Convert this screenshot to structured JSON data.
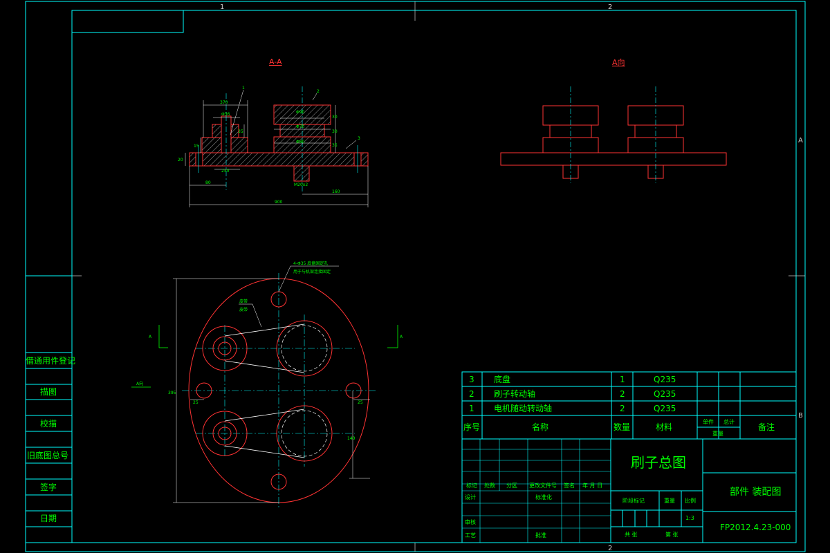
{
  "border": {
    "zone_top_1": "1",
    "zone_top_2": "2",
    "zone_bottom_2": "2",
    "zone_right_a": "A",
    "zone_right_b": "B"
  },
  "views": {
    "section_label": "A-A",
    "direction_label": "A向"
  },
  "left_strip": [
    "借通用件登记",
    "描图",
    "校描",
    "旧底图总号",
    "签字",
    "日期"
  ],
  "section_dims": {
    "d370": "370",
    "d100_1": "Φ36",
    "d200": "Φ90",
    "d170": "Φ70",
    "d180": "Φ80",
    "d30a": "30",
    "d30b": "30",
    "d35a": "35",
    "d35b": "35",
    "d20": "20",
    "d15": "15",
    "d240": "240",
    "d80": "80",
    "d900": "900",
    "d160": "160",
    "thread": "M20x2",
    "leader_1": "1",
    "leader_2": "2",
    "leader_3": "3"
  },
  "plan_dims": {
    "note_line1": "4-Φ35 底盘固定孔",
    "note_line2": "用于与机架连接固定",
    "belt_line1": "皮带",
    "belt_line2": "皮带",
    "d395": "395",
    "d25a": "25",
    "d25b": "25",
    "d140": "140",
    "arrow_left": "A",
    "arrow_right": "A",
    "side_arrow": "A向"
  },
  "parts_list": {
    "rows": [
      {
        "no": "3",
        "name": "底盘",
        "qty": "1",
        "material": "Q235"
      },
      {
        "no": "2",
        "name": "刷子转动轴",
        "qty": "2",
        "material": "Q235"
      },
      {
        "no": "1",
        "name": "电机随动转动轴",
        "qty": "2",
        "material": "Q235"
      }
    ],
    "header": {
      "no": "序号",
      "name": "名称",
      "qty": "数量",
      "material": "材料",
      "single": "单件",
      "total": "总计",
      "weight": "重量",
      "remark": "备注"
    }
  },
  "title_block": {
    "drawing_title": "刷子总图",
    "drawing_type": "部件 装配图",
    "drawing_number": "FP2012.4.23-000",
    "rev_headers": [
      "标记",
      "处数",
      "分区",
      "更改文件号",
      "签名",
      "年 月 日"
    ],
    "design": "设计",
    "standard": "标准化",
    "stage": "阶段标记",
    "weight_lbl": "重量",
    "scale_lbl": "比例",
    "scale_val": "1:3",
    "review": "审核",
    "process": "工艺",
    "approve": "批准",
    "sheets": "共    张",
    "sheet": "第    张"
  }
}
